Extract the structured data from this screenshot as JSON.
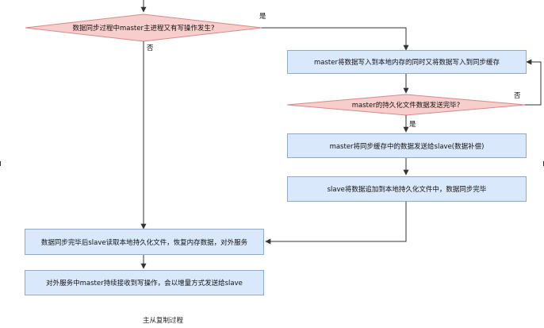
{
  "diagram": {
    "decision_concurrent_write": "数据同步过程中master主进程又有写操作发生?",
    "decision_persist_done": "master的持久化文件数据发送完毕?",
    "step_write_both": "master将数据写入到本地内存的同时又将数据写入到同步缓存",
    "step_send_buffer": "master将同步缓存中的数据发送给slave(数据补偿)",
    "step_slave_append": "slave将数据追加到本地持久化文件中，数据同步完毕",
    "step_slave_load": "数据同步完毕后slave读取本地持久化文件，恢复内存数据，对外服务",
    "step_incremental": "对外服务中master持续接收到写操作，会以增量方式发送给slave",
    "label_yes_1": "是",
    "label_no_1": "否",
    "label_yes_2": "是",
    "label_no_2": "否",
    "caption": "主从复制过程"
  },
  "colors": {
    "process_fill": "#dae8fc",
    "process_border": "#8faacc",
    "decision_fill": "#f8cecc",
    "decision_border": "#d88a88",
    "edge": "#333333"
  }
}
